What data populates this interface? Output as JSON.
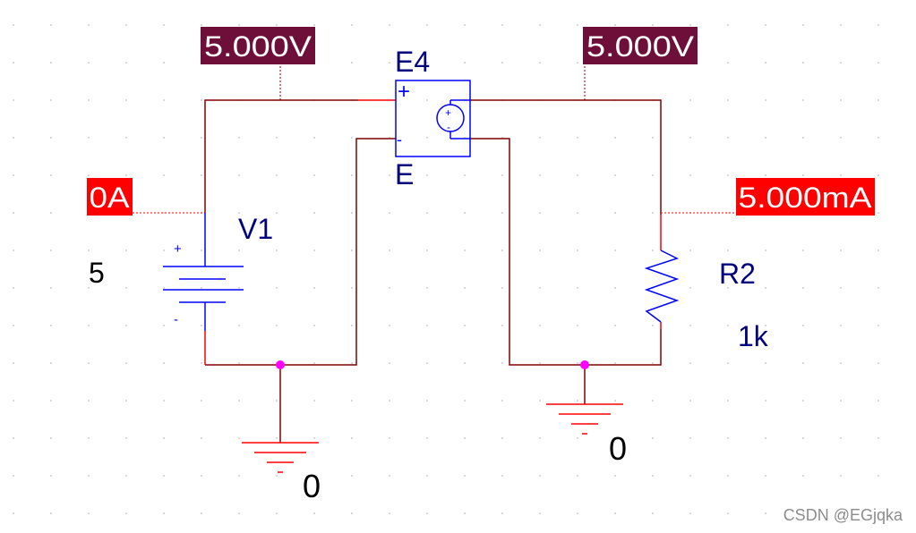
{
  "probes": {
    "voltage_left": "5.000V",
    "voltage_right": "5.000V",
    "current_source": "0A",
    "current_load": "5.000mA"
  },
  "components": {
    "source": {
      "ref": "V1",
      "value": "5",
      "plus": "+",
      "minus": "-"
    },
    "controlled_source": {
      "ref": "E4",
      "sub": "E",
      "plus": "+",
      "minus": "-"
    },
    "resistor": {
      "ref": "R2",
      "value": "1k"
    }
  },
  "grounds": {
    "left": "0",
    "right": "0"
  },
  "watermark": "CSDN @EGjqka",
  "colors": {
    "wire": "#800000",
    "wire_active": "#ff0000",
    "part": "#0000ff",
    "voltage_marker": "#6e0f3a",
    "current_marker": "#ff0000",
    "node_dot": "#ff00ff",
    "grid_dot": "#bdbdbd",
    "label_text": "#00007f"
  }
}
